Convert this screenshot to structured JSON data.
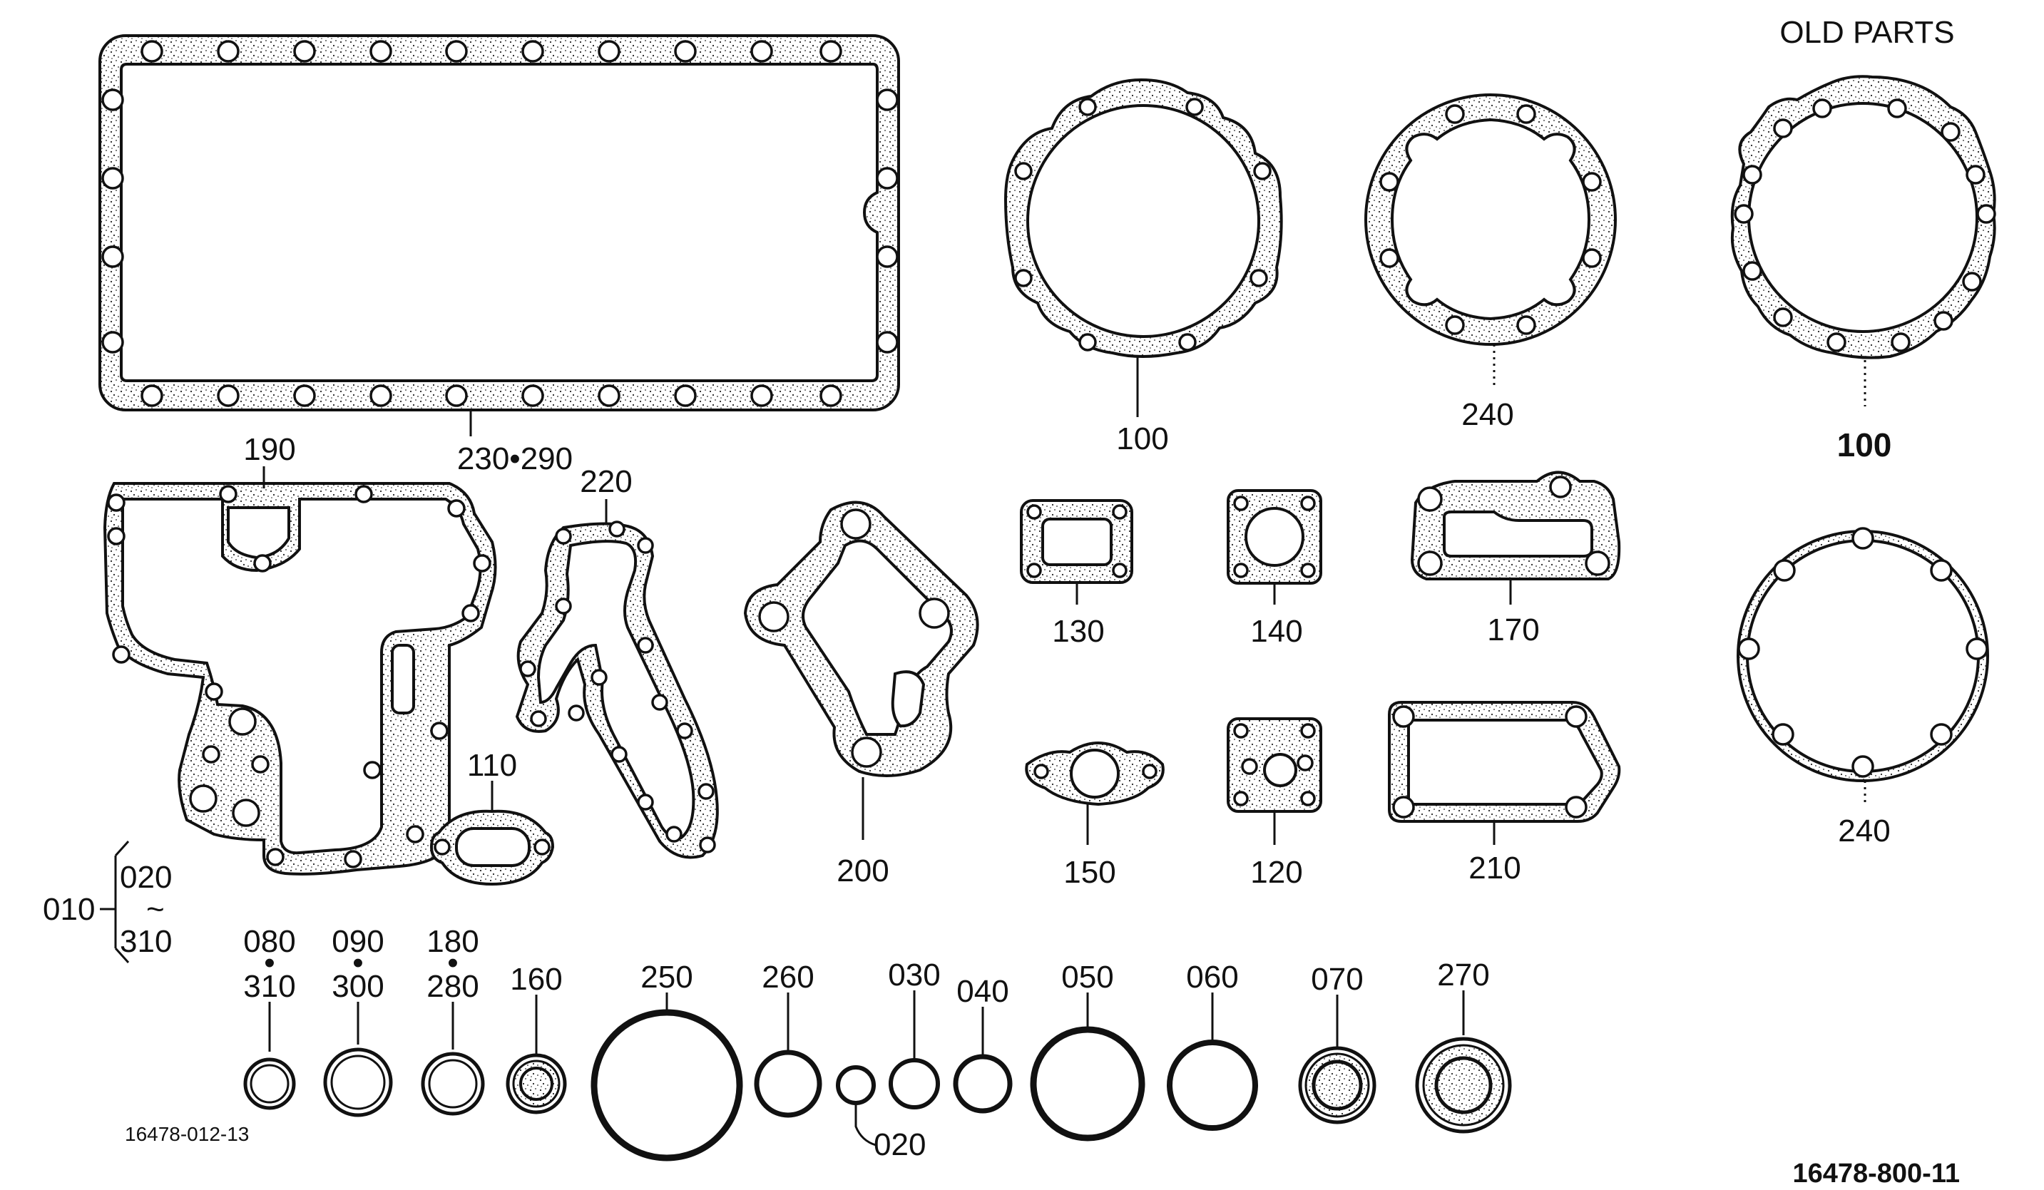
{
  "header": {
    "old_parts_title": "OLD PARTS"
  },
  "callouts": {
    "c190": "190",
    "c230_290": "230•290",
    "c220": "220",
    "c110": "110",
    "c200": "200",
    "c100": "100",
    "c240": "240",
    "c130": "130",
    "c140": "140",
    "c170": "170",
    "c150": "150",
    "c120": "120",
    "c210": "210",
    "old100": "100",
    "old240": "240"
  },
  "kit": {
    "c010": "010",
    "c020": "020",
    "tilde": "~",
    "c310": "310"
  },
  "seals": {
    "s080": "080",
    "s310": "310",
    "s090": "090",
    "s300": "300",
    "s180": "180",
    "s280": "280",
    "s160": "160",
    "s250": "250",
    "s260": "260",
    "s030": "030",
    "s040": "040",
    "s050": "050",
    "s060": "060",
    "s070": "070",
    "s270": "270",
    "s020": "020",
    "dot": "•"
  },
  "footer": {
    "code_left": "16478-012-13",
    "code_right": "16478-800-11"
  }
}
